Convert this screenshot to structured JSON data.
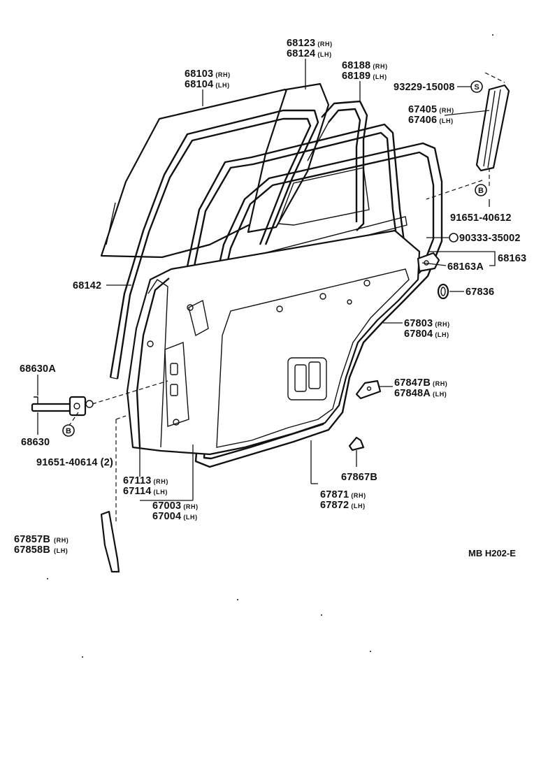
{
  "parts": {
    "p68103": {
      "num": "68103",
      "sfx": "(RH)"
    },
    "p68104": {
      "num": "68104",
      "sfx": "(LH)"
    },
    "p68123": {
      "num": "68123",
      "sfx": "(RH)"
    },
    "p68124": {
      "num": "68124",
      "sfx": "(LH)"
    },
    "p68188": {
      "num": "68188",
      "sfx": "(RH)"
    },
    "p68189": {
      "num": "68189",
      "sfx": "(LH)"
    },
    "p93229": {
      "num": "93229-15008"
    },
    "p67405": {
      "num": "67405",
      "sfx": "(RH)"
    },
    "p67406": {
      "num": "67406",
      "sfx": "(LH)"
    },
    "p91651_40612": {
      "num": "91651-40612"
    },
    "p90333": {
      "num": "90333-35002"
    },
    "p68163": {
      "num": "68163"
    },
    "p68163A": {
      "num": "68163A"
    },
    "p67836": {
      "num": "67836"
    },
    "p68142": {
      "num": "68142"
    },
    "p67803": {
      "num": "67803",
      "sfx": "(RH)"
    },
    "p67804": {
      "num": "67804",
      "sfx": "(LH)"
    },
    "p68630A": {
      "num": "68630A"
    },
    "p67847B": {
      "num": "67847B",
      "sfx": "(RH)"
    },
    "p67848A": {
      "num": "67848A",
      "sfx": "(LH)"
    },
    "p68630": {
      "num": "68630"
    },
    "p91651_40614": {
      "num": "91651-40614",
      "sfx": "(2)"
    },
    "p67113": {
      "num": "67113",
      "sfx": "(RH)"
    },
    "p67114": {
      "num": "67114",
      "sfx": "(LH)"
    },
    "p67867B": {
      "num": "67867B"
    },
    "p67003": {
      "num": "67003",
      "sfx": "(RH)"
    },
    "p67004": {
      "num": "67004",
      "sfx": "(LH)"
    },
    "p67871": {
      "num": "67871",
      "sfx": "(RH)"
    },
    "p67872": {
      "num": "67872",
      "sfx": "(LH)"
    },
    "p67857B": {
      "num": "67857B",
      "sfx": "(RH)"
    },
    "p67858B": {
      "num": "67858B",
      "sfx": "(LH)"
    }
  },
  "symbols": {
    "s": "S",
    "b": "B"
  },
  "reference": "MB  H202-E"
}
